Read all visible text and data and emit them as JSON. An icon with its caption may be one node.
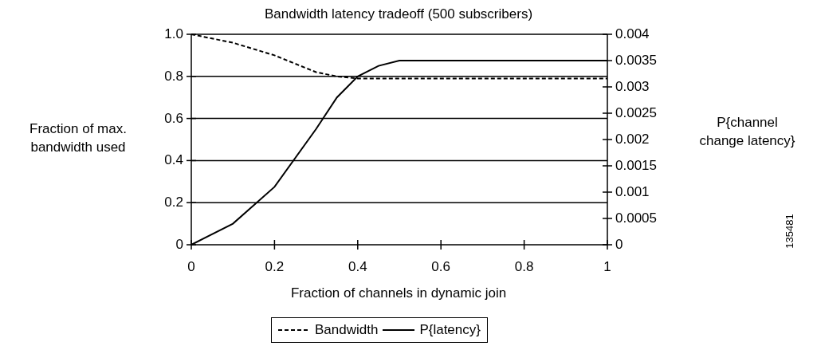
{
  "diagram": {
    "labels": [
      "135481"
    ],
    "chart_data": {
      "type": "line",
      "title": "Bandwidth latency tradeoff (500 subscribers)",
      "xlabel": "Fraction of channels in dynamic join",
      "ylabel": "Fraction of max. bandwidth used",
      "y2label": "P{channel change latency}",
      "x": [
        0,
        0.1,
        0.2,
        0.3,
        0.35,
        0.4,
        0.45,
        0.5,
        0.6,
        0.7,
        0.8,
        0.9,
        1
      ],
      "series": [
        {
          "name": "Bandwidth",
          "line_style": "dashed",
          "values": [
            1.0,
            0.96,
            0.9,
            0.82,
            0.8,
            0.79,
            0.79,
            0.79,
            0.79,
            0.79,
            0.79,
            0.79,
            0.79
          ]
        },
        {
          "name": "P{latency}",
          "line_style": "solid",
          "axis": "y2",
          "values": [
            0,
            0.0004,
            0.0011,
            0.0022,
            0.0028,
            0.0032,
            0.0034,
            0.0035,
            0.0035,
            0.0035,
            0.0035,
            0.0035,
            0.0035
          ]
        }
      ],
      "grid": "y",
      "legend": "bottom",
      "xlim": [
        0,
        1
      ],
      "ylim": [
        0,
        1
      ],
      "y2lim": [
        0,
        0.004
      ],
      "xticks": [
        {
          "value": 0,
          "label": "0"
        },
        {
          "value": 0.2,
          "label": "0.2"
        },
        {
          "value": 0.4,
          "label": "0.4"
        },
        {
          "value": 0.6,
          "label": "0.6"
        },
        {
          "value": 0.8,
          "label": "0.8"
        },
        {
          "value": 1,
          "label": "1"
        }
      ],
      "yticks": [
        {
          "value": 0,
          "label": "0"
        },
        {
          "value": 0.2,
          "label": "0.2"
        },
        {
          "value": 0.4,
          "label": "0.4"
        },
        {
          "value": 0.6,
          "label": "0.6"
        },
        {
          "value": 0.8,
          "label": "0.8"
        },
        {
          "value": 1,
          "label": "1.0"
        }
      ],
      "y2ticks": [
        {
          "value": 0,
          "label": "0"
        },
        {
          "value": 0.0005,
          "label": "0.0005"
        },
        {
          "value": 0.001,
          "label": "0.001"
        },
        {
          "value": 0.0015,
          "label": "0.0015"
        },
        {
          "value": 0.002,
          "label": "0.002"
        },
        {
          "value": 0.0025,
          "label": "0.0025"
        },
        {
          "value": 0.003,
          "label": "0.003"
        },
        {
          "value": 0.0035,
          "label": "0.0035"
        },
        {
          "value": 0.004,
          "label": "0.004"
        }
      ]
    }
  }
}
